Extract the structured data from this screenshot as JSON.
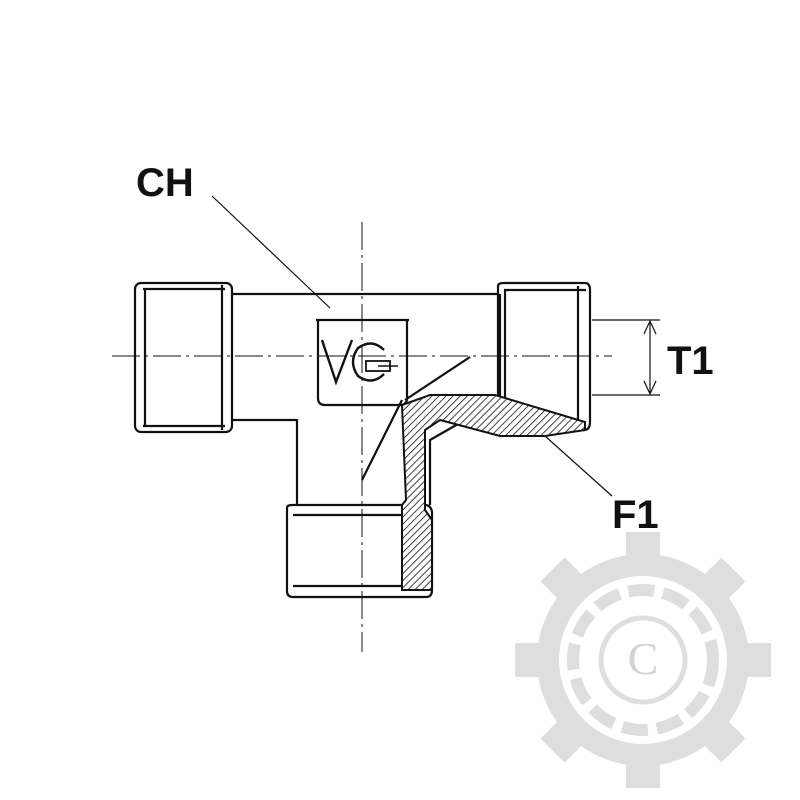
{
  "labels": {
    "ch": "CH",
    "t1": "T1",
    "f1": "F1"
  },
  "watermark": {
    "letter": "C",
    "color": "#dedede"
  },
  "colors": {
    "line": "#111111",
    "background": "#ffffff"
  }
}
